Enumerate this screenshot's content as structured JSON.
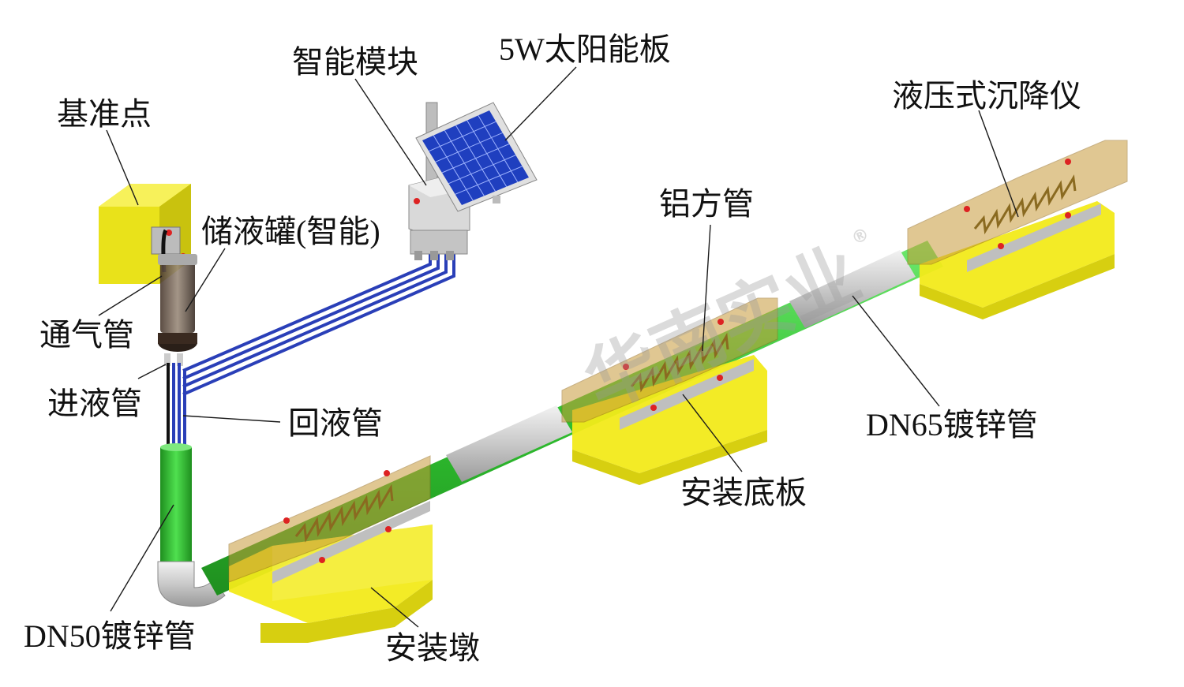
{
  "labels": {
    "benchmark": "基准点",
    "smart_module": "智能模块",
    "solar_panel": "5W太阳能板",
    "liquid_tank": "储液罐(智能)",
    "vent_pipe": "通气管",
    "inlet_pipe": "进液管",
    "return_pipe": "回液管",
    "aluminum_tube": "铝方管",
    "hydraulic_gauge": "液压式沉降仪",
    "dn65_pipe": "DN65镀锌管",
    "mount_plate": "安装底板",
    "dn50_pipe": "DN50镀锌管",
    "mount_pier": "安装墩"
  },
  "watermark": {
    "text": "华南实业",
    "mark": "®"
  },
  "colors": {
    "pier_yellow": "#f2ea1a",
    "pipe_green": "#33cc33",
    "pipe_gray": "#c8c8c8",
    "tube_blue": "#2a3fb8",
    "housing_amber": "#c89a3a",
    "solar_blue": "#1f3fbf"
  }
}
